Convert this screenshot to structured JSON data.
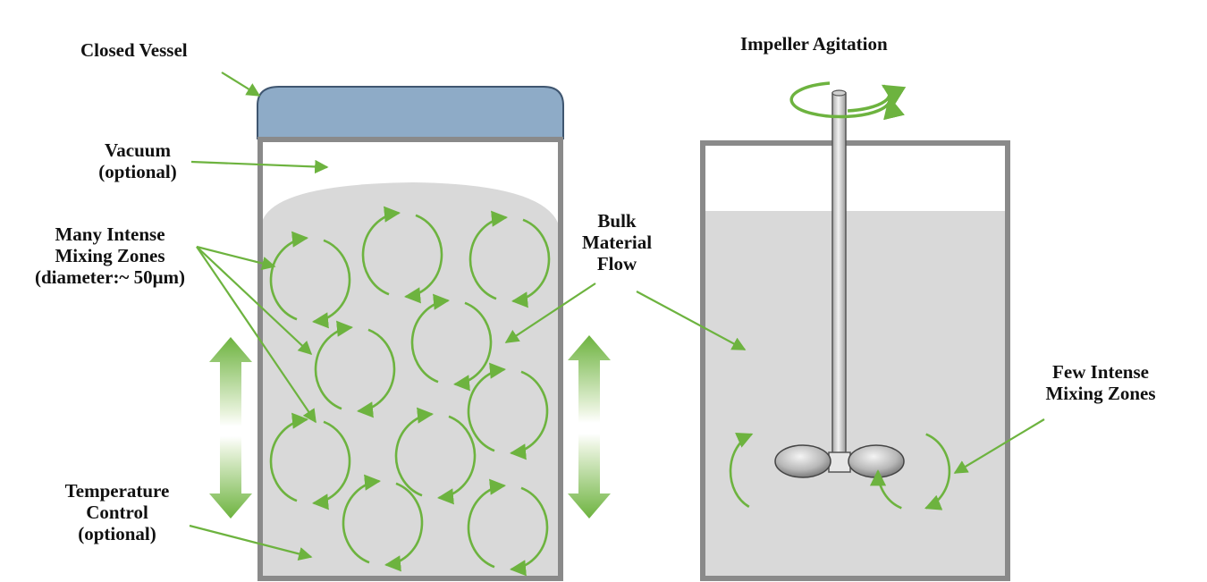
{
  "labels": {
    "closed_vessel": "Closed Vessel",
    "vacuum": [
      "Vacuum",
      "(optional)"
    ],
    "many_zones": [
      "Many Intense",
      "Mixing Zones",
      "(diameter:~ 50μm)"
    ],
    "temperature": [
      "Temperature",
      "Control",
      "(optional)"
    ],
    "bulk_flow": [
      "Bulk",
      "Material",
      "Flow"
    ],
    "impeller_agitation": "Impeller Agitation",
    "few_zones": [
      "Few Intense",
      "Mixing Zones"
    ]
  },
  "colors": {
    "arrow_green": "#6db33f",
    "lid_blue": "#8eabc7",
    "material_gray": "#d9d9d9",
    "wall_gray": "#8a8a8a"
  },
  "icons": {
    "mixing_zone": "circular-arrow-icon",
    "vertical_motion": "double-headed-arrow-icon",
    "impeller": "impeller-icon",
    "rotation": "rotation-arrow-icon"
  }
}
